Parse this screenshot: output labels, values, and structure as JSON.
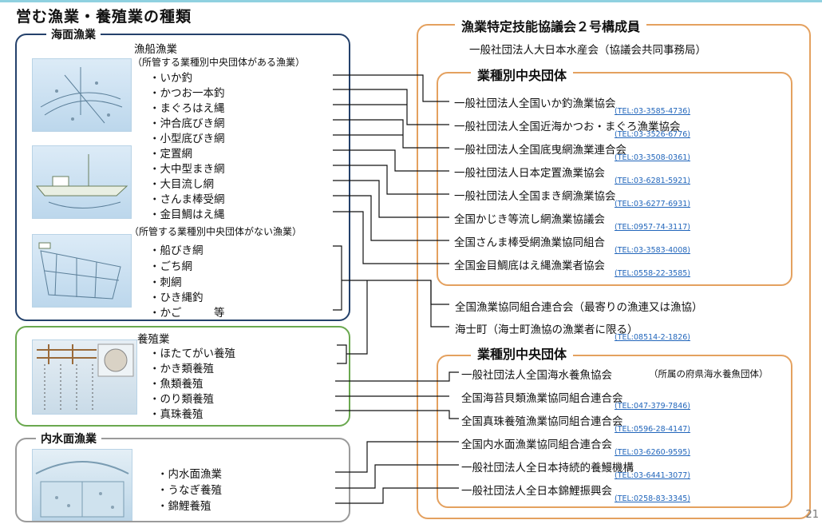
{
  "title": "営む漁業・養殖業の種類",
  "page_number": "21",
  "sea": {
    "label": "海面漁業",
    "group1_title": "漁船漁業",
    "group1_sub": "（所管する業種別中央団体がある漁業）",
    "group1_items": [
      "・いか釣",
      "・かつお一本釣",
      "・まぐろはえ縄",
      "・沖合底びき網",
      "・小型底びき網",
      "・定置網",
      "・大中型まき網",
      "・大目流し網",
      "・さんま棒受網",
      "・金目鯛はえ縄"
    ],
    "group2_sub": "（所管する業種別中央団体がない漁業）",
    "group2_items": [
      "・船びき網",
      "・ごち網",
      "・刺網",
      "・ひき縄釣",
      "・かご　　　等"
    ]
  },
  "aqua": {
    "title": "養殖業",
    "items": [
      "・ほたてがい養殖",
      "・かき類養殖",
      "・魚類養殖",
      "・のり類養殖",
      "・真珠養殖"
    ]
  },
  "inland": {
    "label": "内水面漁業",
    "items": [
      "・内水面漁業",
      "・うなぎ養殖",
      "・錦鯉養殖"
    ]
  },
  "member": {
    "title": "漁業特定技能協議会２号構成員",
    "secretariat": "一般社団法人大日本水産会（協議会共同事務局）",
    "sub1_title": "業種別中央団体",
    "sub1_orgs": [
      {
        "name": "一般社団法人全国いか釣漁業協会",
        "tel": "(TEL:03-3585-4736)"
      },
      {
        "name": "一般社団法人全国近海かつお・まぐろ漁業協会",
        "tel": "(TEL:03-3526-6776)"
      },
      {
        "name": "一般社団法人全国底曳網漁業連合会",
        "tel": "(TEL:03-3508-0361)"
      },
      {
        "name": "一般社団法人日本定置漁業協会",
        "tel": "(TEL:03-6281-5921)"
      },
      {
        "name": "一般社団法人全国まき網漁業協会",
        "tel": "(TEL:03-6277-6931)"
      },
      {
        "name": "全国かじき等流し網漁業協議会",
        "tel": "(TEL:0957-74-3117)"
      },
      {
        "name": "全国さんま棒受網漁業協同組合",
        "tel": "(TEL:03-3583-4008)"
      },
      {
        "name": "全国金目鯛底はえ縄漁業者協会",
        "tel": "(TEL:0558-22-3585)"
      }
    ],
    "zengyoren": "全国漁業協同組合連合会（最寄りの漁連又は漁協）",
    "amacho": {
      "name": "海士町（海士町漁協の漁業者に限る）",
      "tel": "(TEL:08514-2-1826)"
    },
    "sub2_title": "業種別中央団体",
    "sub2_orgs": [
      {
        "name": "一般社団法人全国海水養魚協会",
        "note": "（所属の府県海水養魚団体）",
        "tel": ""
      },
      {
        "name": "全国海苔貝類漁業協同組合連合会",
        "note": "",
        "tel": "(TEL:047-379-7846)"
      },
      {
        "name": "全国真珠養殖漁業協同組合連合会",
        "note": "",
        "tel": "(TEL:0596-28-4147)"
      },
      {
        "name": "全国内水面漁業協同組合連合会",
        "note": "",
        "tel": "(TEL:03-6260-9595)"
      },
      {
        "name": "一般社団法人全日本持続的養鰻機構",
        "note": "",
        "tel": "(TEL:03-6441-3077)"
      },
      {
        "name": "一般社団法人全日本錦鯉振興会",
        "note": "",
        "tel": "(TEL:0258-83-3345)"
      }
    ]
  },
  "icons": [
    "fishing-boat-icon",
    "set-net-boat-icon",
    "trawl-net-icon",
    "aquaculture-raft-icon",
    "inland-pond-icon"
  ]
}
